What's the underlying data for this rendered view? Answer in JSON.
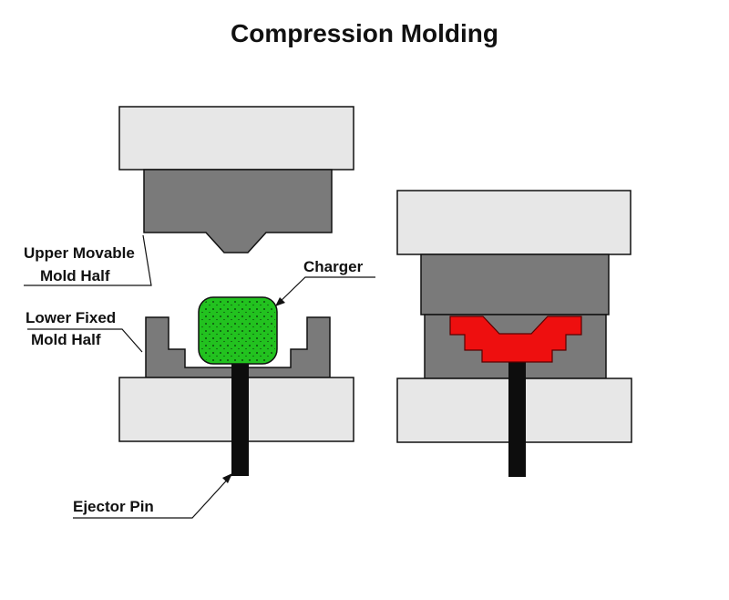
{
  "title": "Compression Molding",
  "labels": {
    "upper_line1": "Upper Movable",
    "upper_line2": "Mold Half",
    "lower_line1": "Lower Fixed",
    "lower_line2": "Mold Half",
    "charger": "Charger",
    "ejector": "Ejector Pin"
  },
  "colors": {
    "plate": "#e7e7e7",
    "mold": "#7a7a7a",
    "charge": "#22c21f",
    "molded_part": "#ee0f0f",
    "pin": "#0d0d0d"
  }
}
